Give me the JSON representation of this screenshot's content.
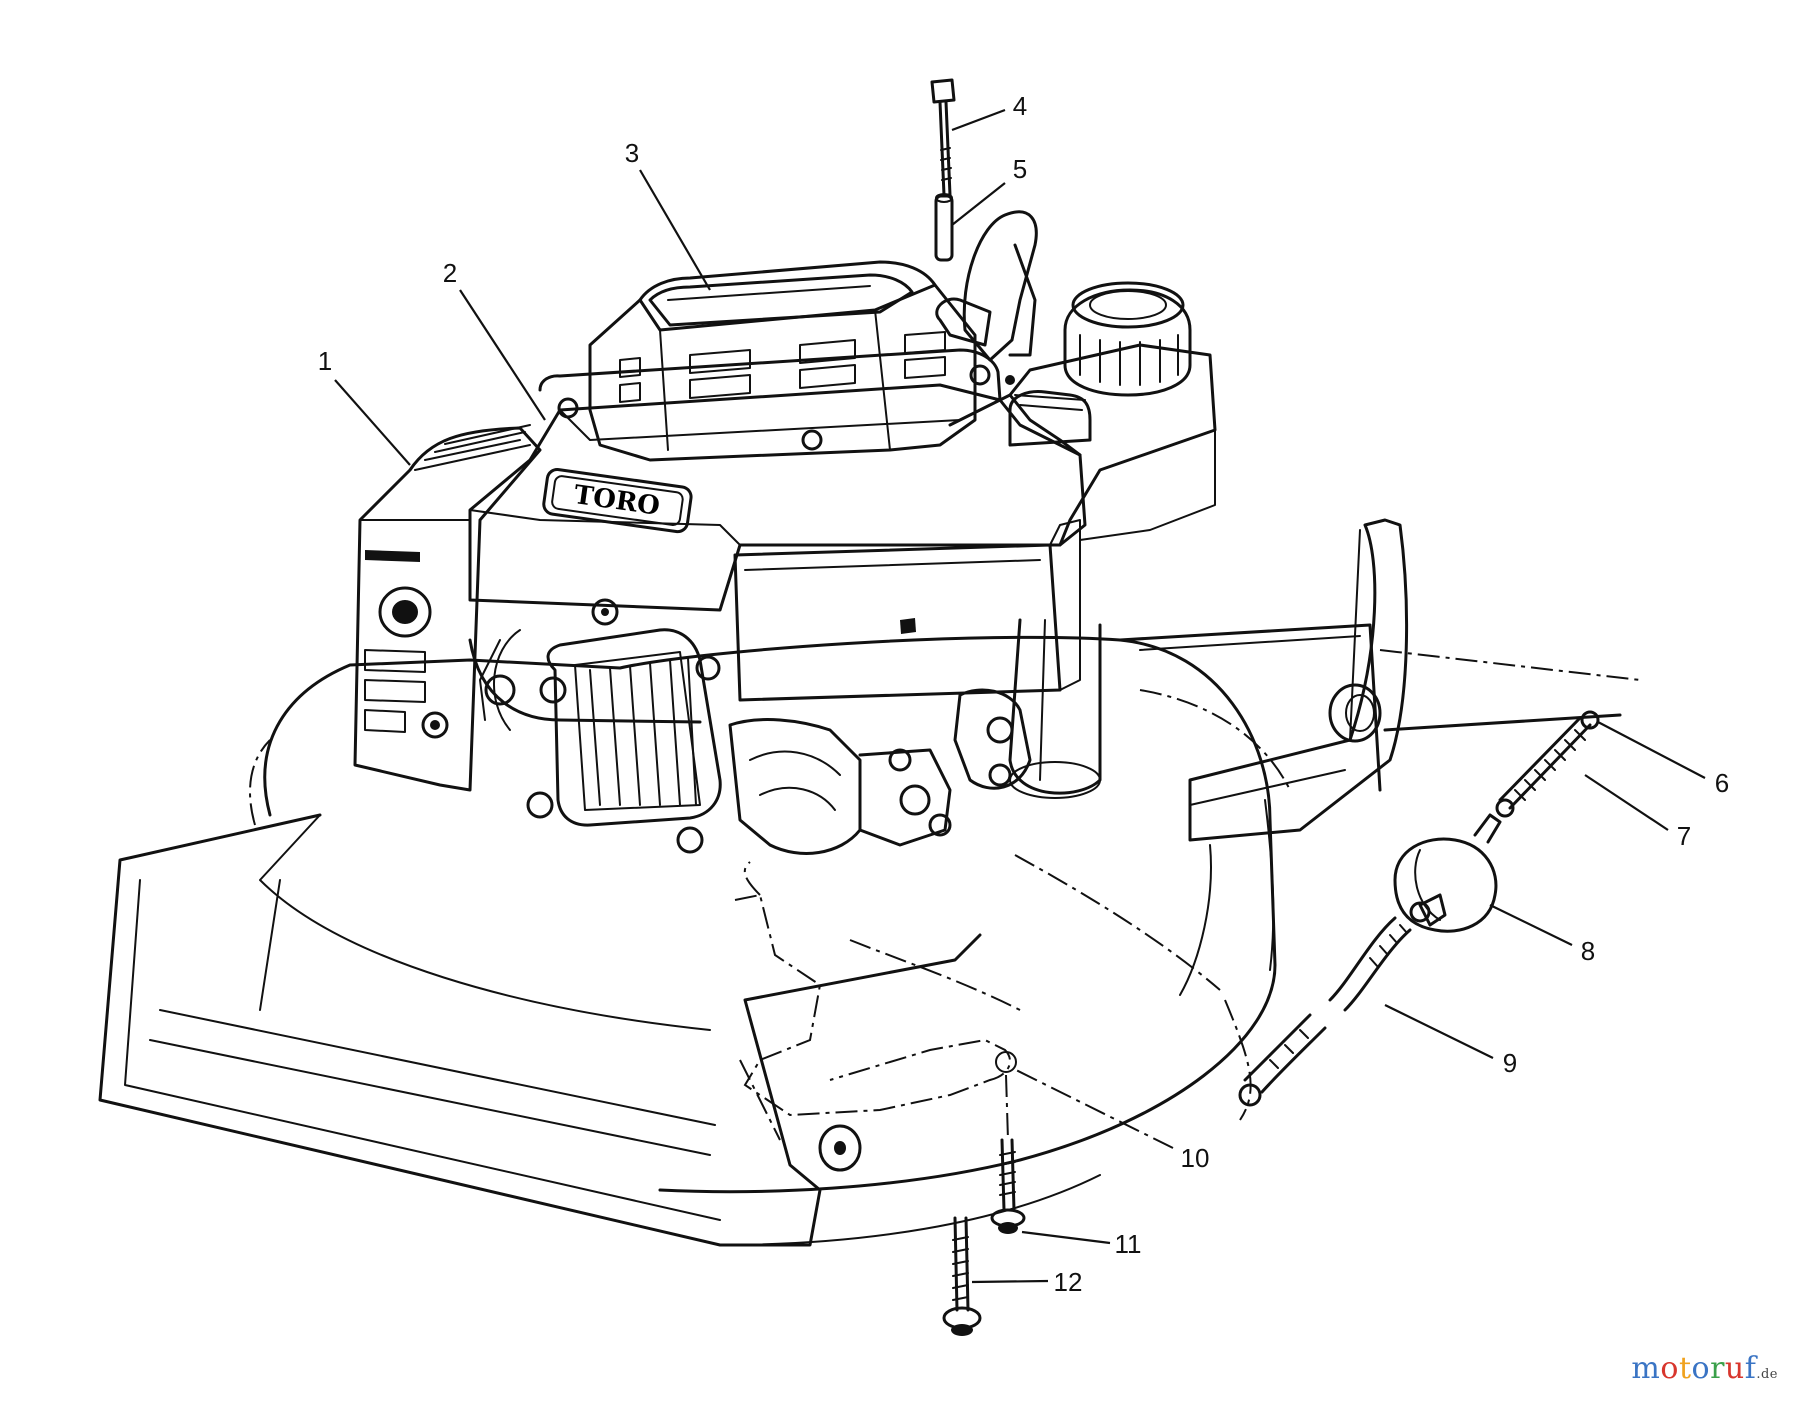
{
  "engine_brand": "TORO",
  "callouts": [
    {
      "id": 1,
      "label": "1"
    },
    {
      "id": 2,
      "label": "2"
    },
    {
      "id": 3,
      "label": "3"
    },
    {
      "id": 4,
      "label": "4"
    },
    {
      "id": 5,
      "label": "5"
    },
    {
      "id": 6,
      "label": "6"
    },
    {
      "id": 7,
      "label": "7"
    },
    {
      "id": 8,
      "label": "8"
    },
    {
      "id": 9,
      "label": "9"
    },
    {
      "id": 10,
      "label": "10"
    },
    {
      "id": 11,
      "label": "11"
    },
    {
      "id": 12,
      "label": "12"
    }
  ],
  "watermark": {
    "letters": [
      {
        "ch": "m",
        "color": "#3a74c4"
      },
      {
        "ch": "o",
        "color": "#d8362d"
      },
      {
        "ch": "t",
        "color": "#f0a21e"
      },
      {
        "ch": "o",
        "color": "#3a74c4"
      },
      {
        "ch": "r",
        "color": "#3aa04a"
      },
      {
        "ch": "u",
        "color": "#d8362d"
      },
      {
        "ch": "f",
        "color": "#3a74c4"
      }
    ],
    "suffix": ".de"
  }
}
